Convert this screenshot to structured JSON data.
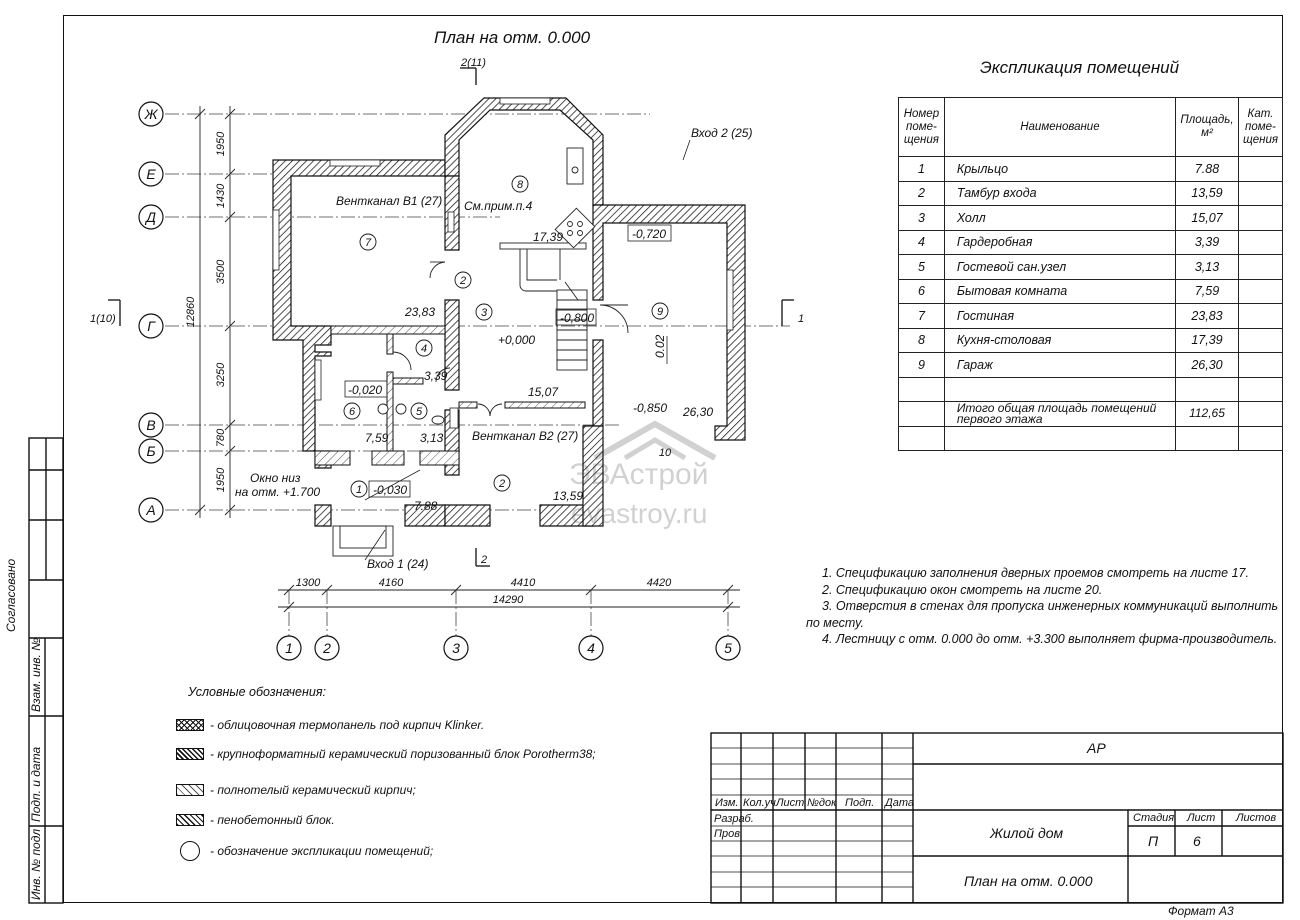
{
  "plan_title": "План на отм. 0.000",
  "explication": {
    "title": "Экспликация помещений",
    "headers": {
      "num": "Номер поме-щения",
      "name": "Наименование",
      "area": "Площадь, м²",
      "cat": "Кат. поме-щения"
    },
    "rows": [
      {
        "num": "1",
        "name": "Крыльцо",
        "area": "7.88"
      },
      {
        "num": "2",
        "name": "Тамбур входа",
        "area": "13,59"
      },
      {
        "num": "3",
        "name": "Холл",
        "area": "15,07"
      },
      {
        "num": "4",
        "name": "Гардеробная",
        "area": "3,39"
      },
      {
        "num": "5",
        "name": "Гостевой сан.узел",
        "area": "3,13"
      },
      {
        "num": "6",
        "name": "Бытовая комната",
        "area": "7,59"
      },
      {
        "num": "7",
        "name": "Гостиная",
        "area": "23,83"
      },
      {
        "num": "8",
        "name": "Кухня-столовая",
        "area": "17,39"
      },
      {
        "num": "9",
        "name": "Гараж",
        "area": "26,30"
      }
    ],
    "total_label": "Итого общая площадь помещений первого этажа",
    "total_value": "112,65"
  },
  "notes": [
    "1. Спецификацию заполнения дверных проемов смотреть на листе 17.",
    "2. Спецификацию окон смотреть на листе 20.",
    "3. Отверстия в стенах для пропуска инженерных коммуникаций выполнить по месту.",
    "4. Лестницу с отм. 0.000 до отм. +3.300 выполняет фирма-производитель."
  ],
  "legend": {
    "title": "Условные обозначения:",
    "items": [
      {
        "swatch": "klinker",
        "text": "- облицовочная термопанель под кирпич Klinker."
      },
      {
        "swatch": "poro",
        "text": "- крупноформатный керамический поризованный блок Porotherm38;"
      },
      {
        "swatch": "brick",
        "text": "- полнотелый керамический кирпич;"
      },
      {
        "swatch": "foam",
        "text": "- пенобетонный блок."
      },
      {
        "swatch": "circle",
        "text": "- обозначение экспликации помещений;"
      }
    ]
  },
  "plan": {
    "axes_rows": [
      "Ж",
      "Е",
      "Д",
      "Г",
      "В",
      "Б",
      "А"
    ],
    "axes_cols": [
      "1",
      "2",
      "3",
      "4",
      "5"
    ],
    "dims_vertical": [
      "1950",
      "1430",
      "3500",
      "3250",
      "780",
      "1950"
    ],
    "dim_vertical_total": "12860",
    "dims_horizontal": [
      "1300",
      "4160",
      "4410",
      "4420"
    ],
    "dim_horizontal_total": "14290",
    "section_marks": {
      "top": "2(11)",
      "left": "1(10)",
      "right": "1",
      "bottom": "2"
    },
    "labels": {
      "vent_b1": "Вентканал В1 (27)",
      "vent_b2": "Вентканал В2 (27)",
      "see_note": "См.прим.п.4",
      "entrance2": "Вход 2 (25)",
      "entrance1": "Вход 1 (24)",
      "window_low_1": "Окно низ",
      "window_low_2": "на отм. +1.700",
      "slope": "0.02"
    },
    "rooms": [
      {
        "num": "1",
        "area": "7.88",
        "level": "-0,030"
      },
      {
        "num": "2",
        "area": "13,59"
      },
      {
        "num": "3",
        "area": "15,07",
        "level": "+0,000"
      },
      {
        "num": "4",
        "area": "3,39"
      },
      {
        "num": "5",
        "area": "3,13"
      },
      {
        "num": "6",
        "area": "7,59",
        "level": "-0,020"
      },
      {
        "num": "7",
        "area": "23,83"
      },
      {
        "num": "8",
        "area": "17,39"
      },
      {
        "num": "9",
        "area": "26,30",
        "level": "-0,720"
      },
      {
        "num": "10"
      }
    ],
    "levels_extra": [
      "-0,800",
      "-0,850"
    ]
  },
  "watermark": {
    "line1": "ЭВАстрой",
    "line2": "evastroy.ru"
  },
  "title_block": {
    "code": "АР",
    "object": "Жилой дом",
    "sheet_name": "План на отм. 0.000",
    "headers": [
      "Изм.",
      "Кол.уч",
      "Лист",
      "№док",
      "Подп.",
      "Дата"
    ],
    "roles": [
      "Разраб.",
      "Пров."
    ],
    "stage_label": "Стадия",
    "sheet_label": "Лист",
    "sheets_label": "Листов",
    "stage_value": "П",
    "sheet_value": "6",
    "sheets_value": ""
  },
  "side_stamp": [
    "Согласовано",
    "Взам. инв. №",
    "Подп. и дата",
    "Инв. № подл"
  ],
  "format": "Формат А3"
}
